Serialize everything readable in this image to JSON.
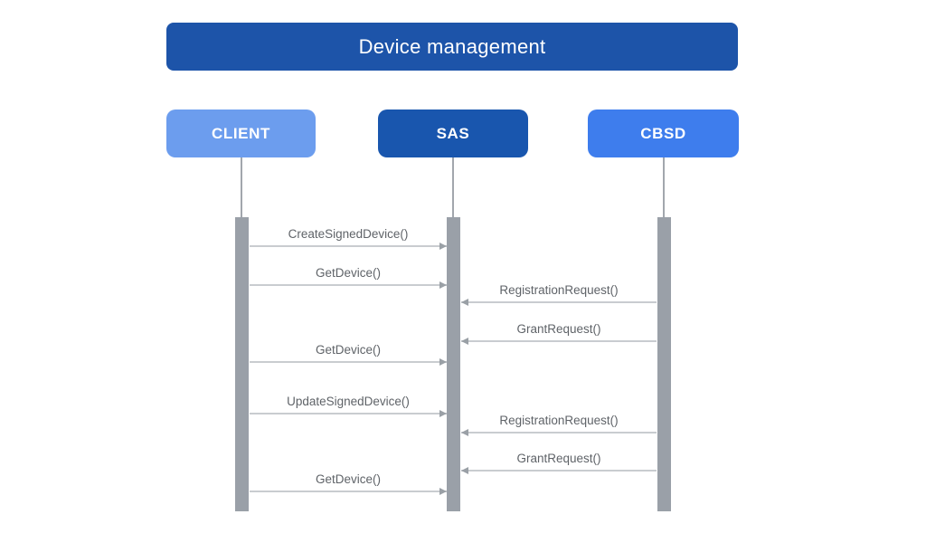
{
  "diagram": {
    "title": "Device management",
    "colors": {
      "title_bg": "#1d54a9",
      "client_bg": "#6c9dee",
      "sas_bg": "#1956ae",
      "cbsd_bg": "#3e7ded",
      "text_on_blue": "#ffffff",
      "message_text": "#5f6368",
      "message_line": "#c9ccd0",
      "arrowhead": "#9aa0a6",
      "activation_bar": "#9aa0a8",
      "lifeline": "#a2a7ad"
    },
    "actors": [
      {
        "id": "client",
        "label": "CLIENT"
      },
      {
        "id": "sas",
        "label": "SAS"
      },
      {
        "id": "cbsd",
        "label": "CBSD"
      }
    ],
    "messages": [
      {
        "label": "CreateSignedDevice()",
        "from": "CLIENT",
        "to": "SAS"
      },
      {
        "label": "GetDevice()",
        "from": "CLIENT",
        "to": "SAS"
      },
      {
        "label": "RegistrationRequest()",
        "from": "CBSD",
        "to": "SAS"
      },
      {
        "label": "GrantRequest()",
        "from": "CBSD",
        "to": "SAS"
      },
      {
        "label": "GetDevice()",
        "from": "CLIENT",
        "to": "SAS"
      },
      {
        "label": "UpdateSignedDevice()",
        "from": "CLIENT",
        "to": "SAS"
      },
      {
        "label": "RegistrationRequest()",
        "from": "CBSD",
        "to": "SAS"
      },
      {
        "label": "GrantRequest()",
        "from": "CBSD",
        "to": "SAS"
      },
      {
        "label": "GetDevice()",
        "from": "CLIENT",
        "to": "SAS"
      }
    ]
  }
}
